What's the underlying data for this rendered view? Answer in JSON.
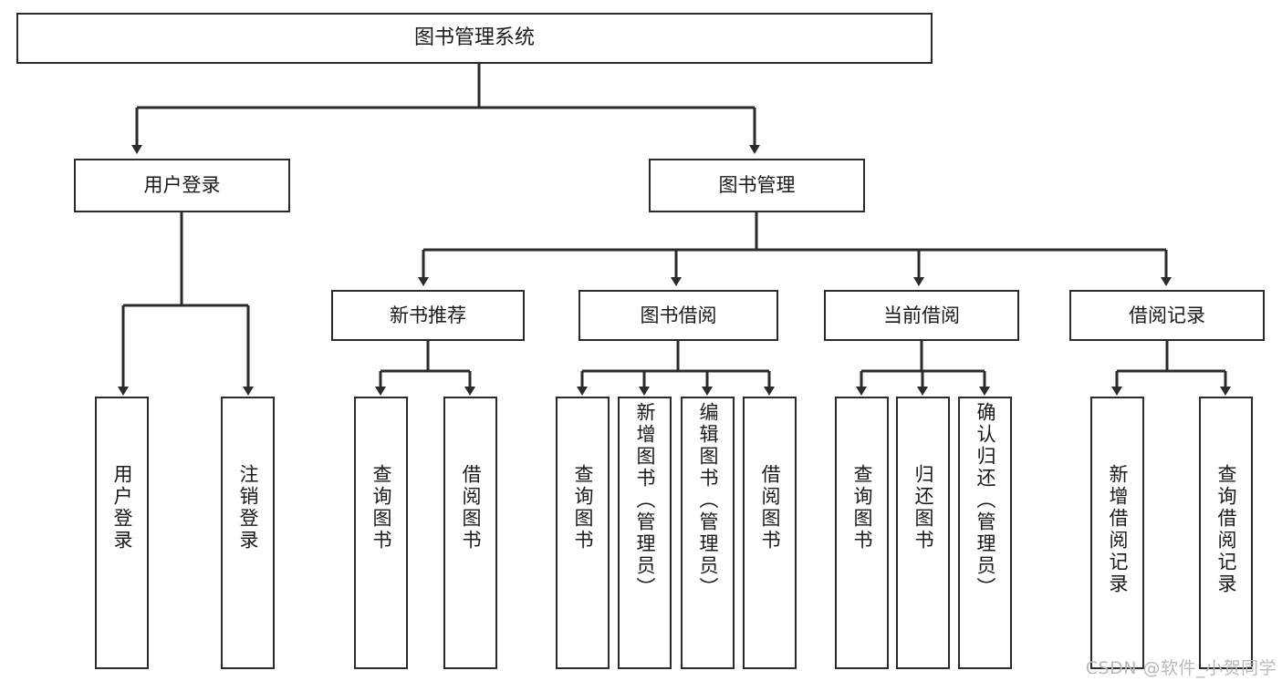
{
  "diagram": {
    "type": "tree",
    "title": "图书管理系统",
    "root": {
      "label": "图书管理系统"
    },
    "level2": [
      {
        "label": "用户登录"
      },
      {
        "label": "图书管理"
      }
    ],
    "level3": [
      {
        "label": "新书推荐"
      },
      {
        "label": "图书借阅"
      },
      {
        "label": "当前借阅"
      },
      {
        "label": "借阅记录"
      }
    ],
    "leaves": {
      "user_login": [
        {
          "label": "用户登录"
        },
        {
          "label": "注销登录"
        }
      ],
      "new_book_recommend": [
        {
          "label": "查询图书"
        },
        {
          "label": "借阅图书"
        }
      ],
      "book_borrow": [
        {
          "label": "查询图书"
        },
        {
          "label": "新增图书（管理员）"
        },
        {
          "label": "编辑图书（管理员）"
        },
        {
          "label": "借阅图书"
        }
      ],
      "current_borrow": [
        {
          "label": "查询图书"
        },
        {
          "label": "归还图书"
        },
        {
          "label": "确认归还（管理员）"
        }
      ],
      "borrow_record": [
        {
          "label": "新增借阅记录"
        },
        {
          "label": "查询借阅记录"
        }
      ]
    },
    "watermark": "CSDN @软件_小贺同学",
    "colors": {
      "stroke": "#2b2b2b",
      "fill": "#ffffff",
      "text": "#1a1a1a",
      "watermark": "#b9b9b9"
    }
  }
}
